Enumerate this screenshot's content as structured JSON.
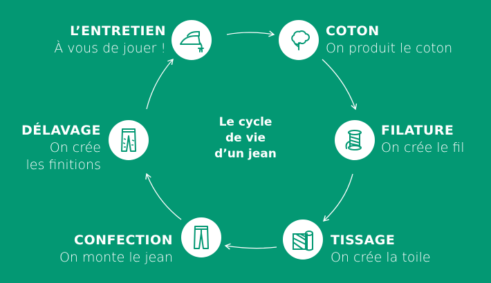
{
  "center": {
    "lines": [
      "Le cycle",
      "de vie",
      "d’un jean"
    ]
  },
  "steps": {
    "coton": {
      "title": "COTON",
      "subtitle": "On produit le coton",
      "icon": "cotton-icon"
    },
    "filature": {
      "title": "FILATURE",
      "subtitle": "On crée le fil",
      "icon": "spool-icon"
    },
    "tissage": {
      "title": "TISSAGE",
      "subtitle": "On crée la toile",
      "icon": "fabric-roll-icon"
    },
    "confection": {
      "title": "CONFECTION",
      "subtitle": "On monte le jean",
      "icon": "jeans-icon"
    },
    "delavage": {
      "title": "DÉLAVAGE",
      "subtitle_lines": [
        "On crée",
        "les finitions"
      ],
      "icon": "distressed-jeans-icon"
    },
    "entretien": {
      "title": "L’ENTRETIEN",
      "subtitle": "À vous de jouer !",
      "icon": "iron-icon"
    }
  },
  "colors": {
    "background": "#039873",
    "icon_stroke": "#039873",
    "text": "#ffffff"
  }
}
